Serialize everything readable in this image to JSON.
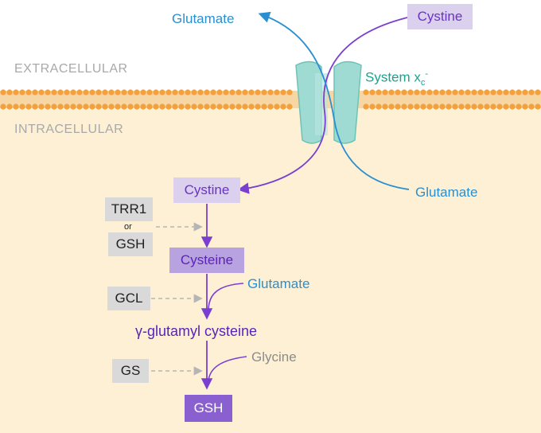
{
  "regions": {
    "extracellular": "EXTRACELLULAR",
    "intracellular": "INTRACELLULAR"
  },
  "transporter": {
    "name": "System x",
    "subscript": "c",
    "superscript": "-"
  },
  "labels": {
    "glutamate_out": "Glutamate",
    "glutamate_in": "Glutamate",
    "glutamate_gcl": "Glutamate",
    "glycine": "Glycine",
    "gamma_glutamyl_cysteine": "γ-glutamyl cysteine"
  },
  "boxes": {
    "cystine_out": "Cystine",
    "cystine_in": "Cystine",
    "cysteine": "Cysteine",
    "gsh_product": "GSH"
  },
  "enzymes": {
    "trr1": "TRR1",
    "or": "or",
    "gsh": "GSH",
    "gcl": "GCL",
    "gs": "GS"
  },
  "colors": {
    "cytoplasm": "#fdf0d5",
    "membrane": "#f3a03a",
    "transporter": "#9fdbd2",
    "purple_arrow": "#7a3fd0",
    "blue_arrow": "#2a8fd0"
  }
}
